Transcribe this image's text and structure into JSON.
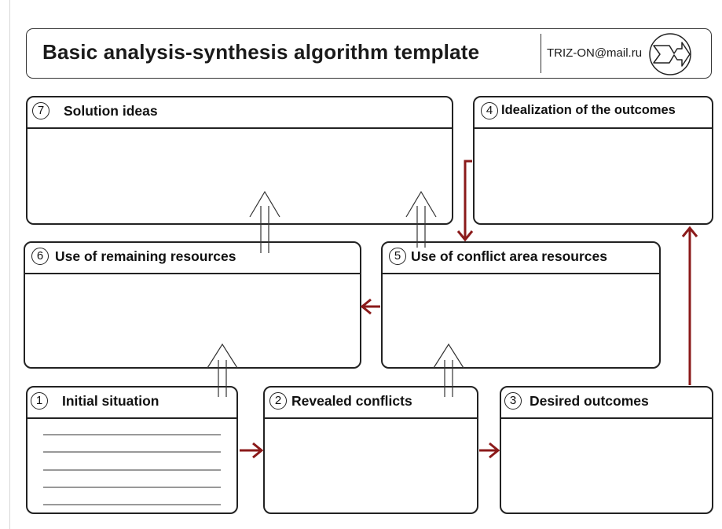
{
  "header": {
    "title": "Basic analysis-synthesis algorithm template",
    "email": "TRIZ-ON@mail.ru",
    "logo_icon": "triz-arrow-logo-icon"
  },
  "boxes": {
    "b1": {
      "number": "1",
      "title": "Initial situation"
    },
    "b2": {
      "number": "2",
      "title": "Revealed conflicts"
    },
    "b3": {
      "number": "3",
      "title": "Desired outcomes"
    },
    "b4": {
      "number": "4",
      "title": "Idealization of the outcomes"
    },
    "b5": {
      "number": "5",
      "title": "Use of conflict area resources"
    },
    "b6": {
      "number": "6",
      "title": "Use of remaining resources"
    },
    "b7": {
      "number": "7",
      "title": "Solution ideas"
    }
  },
  "colors": {
    "flow_arrow": "#8b1a1a",
    "outline": "#222222"
  },
  "flow": [
    {
      "from": "1",
      "to": "2",
      "style": "red-arrow"
    },
    {
      "from": "2",
      "to": "3",
      "style": "red-arrow"
    },
    {
      "from": "3",
      "to": "4",
      "style": "red-arrow"
    },
    {
      "from": "4",
      "to": "5",
      "style": "red-arrow"
    },
    {
      "from": "5",
      "to": "6",
      "style": "red-arrow"
    },
    {
      "from": "1",
      "to": "6",
      "style": "double-up-arrow"
    },
    {
      "from": "2",
      "to": "5",
      "style": "double-up-arrow"
    },
    {
      "from": "6",
      "to": "7",
      "style": "double-up-arrow"
    },
    {
      "from": "5",
      "to": "7",
      "style": "double-up-arrow"
    }
  ]
}
